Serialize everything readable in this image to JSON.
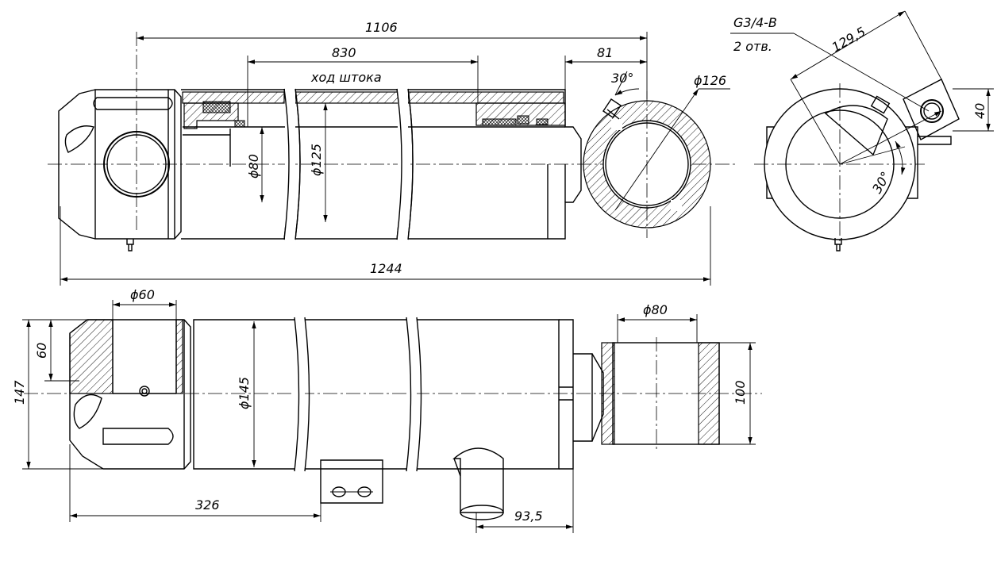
{
  "dimensions": {
    "overall_length": "1244",
    "stroke_top": "830",
    "stroke_label": "ход штока",
    "body_length": "1106",
    "end_offset": "81",
    "rod_diameter": "ϕ80",
    "bore_diameter": "ϕ125",
    "tube_outer_diameter": "ϕ126",
    "angle_side": "30°",
    "port_thread": "G3/4-B",
    "port_count": "2 отв.",
    "port_radius": "129,5",
    "bracket_size": "40",
    "angle_end": "30°",
    "pin_hole_diameter": "ϕ60",
    "head_width": "147",
    "head_half": "60",
    "barrel_diameter": "ϕ145",
    "eye_diameter": "ϕ80",
    "eye_width": "100",
    "bracket_position": "326",
    "port_offset": "93,5"
  },
  "colors": {
    "line": "#000000",
    "background": "#ffffff"
  }
}
